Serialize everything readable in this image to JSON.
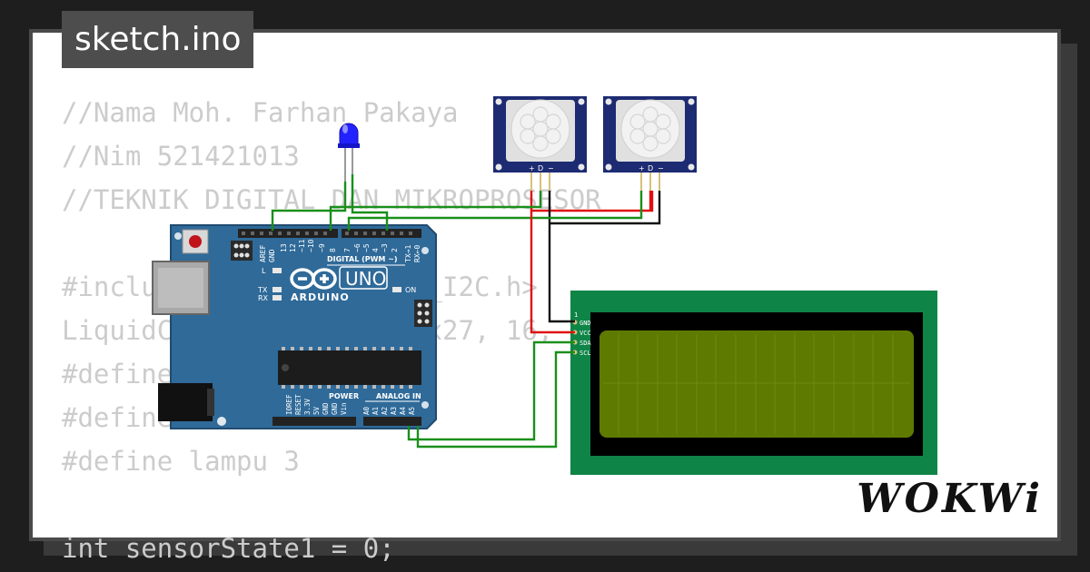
{
  "window": {
    "title": "sketch.ino"
  },
  "code_lines": [
    "//Nama Moh. Farhan Pakaya",
    "//Nim 521421013",
    "//TEKNIK DIGITAL DAN MIKROPROSESOR",
    "",
    "#include <LiquidCrystal_I2C.h>",
    "LiquidCrystal_I2C lcd(0x27, 16, 2);",
    "#define",
    "#define",
    "#define lampu 3",
    "",
    "int sensorState1 = 0;"
  ],
  "arduino": {
    "model": "UNO",
    "brand": "ARDUINO",
    "digital_header_label": "DIGITAL (PWM ~)",
    "power_label": "POWER",
    "analog_label": "ANALOG IN",
    "led_labels": [
      "L",
      "TX",
      "RX",
      "ON"
    ],
    "top_pin_labels": [
      "AREF",
      "GND",
      "13",
      "12",
      "~11",
      "~10",
      "~9",
      "8",
      "7",
      "~6",
      "~5",
      "4",
      "~3",
      "2",
      "TX→1",
      "RX←0"
    ],
    "power_pin_labels": [
      "IOREF",
      "RESET",
      "3.3V",
      "5V",
      "GND",
      "GND",
      "Vin"
    ],
    "analog_pin_labels": [
      "A0",
      "A1",
      "A2",
      "A3",
      "A4",
      "A5"
    ]
  },
  "pir_sensors": [
    {
      "pins": [
        "+",
        "D",
        "−"
      ]
    },
    {
      "pins": [
        "+",
        "D",
        "−"
      ]
    }
  ],
  "lcd": {
    "pin_labels": [
      "1",
      "GND",
      "VCC",
      "SDA",
      "SCL"
    ]
  },
  "brand_logo": "WOKWi",
  "colors": {
    "board_blue": "#2f6a99",
    "lcd_green": "#0f8447",
    "lcd_screen": "#5f7a00",
    "pir_blue": "#1d2b73",
    "wire_green": "#1a8f1a",
    "wire_red": "#e01010",
    "wire_black": "#111111",
    "led_blue": "#2222ff",
    "code_text": "#cccccc"
  }
}
